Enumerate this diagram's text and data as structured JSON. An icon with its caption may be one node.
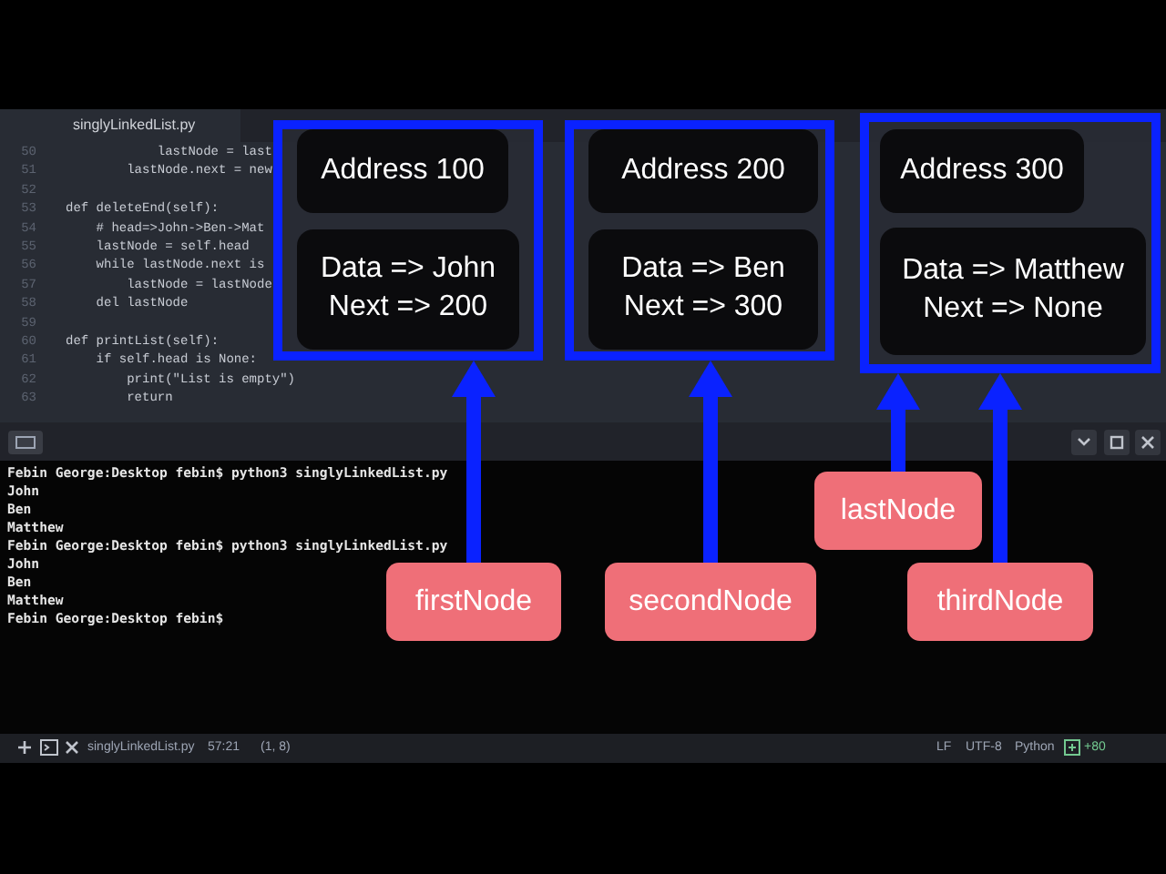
{
  "diagram": {
    "nodes": [
      {
        "text": [],
        "shape": "box"
      },
      {
        "text": [
          "Address 100"
        ],
        "in": 0
      },
      {
        "text": [
          "Data => John",
          "Next => 200"
        ],
        "in": 0
      },
      {
        "text": [],
        "shape": "box"
      },
      {
        "text": [
          "Address 200"
        ],
        "in": 3
      },
      {
        "text": [
          "Data => Ben",
          "Next => 300"
        ],
        "in": 3
      },
      {
        "text": [],
        "shape": "box"
      },
      {
        "text": [
          "Address 300"
        ],
        "in": 6
      },
      {
        "text": [
          "Data => Matthew",
          "Next => None"
        ],
        "in": 6
      },
      {
        "text": [
          "firstNode"
        ]
      },
      {
        "text": [
          "secondNode"
        ]
      },
      {
        "text": [
          "lastNode"
        ]
      },
      {
        "text": [
          "thirdNode"
        ]
      }
    ],
    "edges": [
      {
        "from": 9,
        "to": 0,
        "arrow": "to"
      },
      {
        "from": 10,
        "to": 3,
        "arrow": "to"
      },
      {
        "from": 11,
        "to": 6,
        "arrow": "to"
      },
      {
        "from": 12,
        "to": 6,
        "arrow": "to"
      }
    ],
    "labels": [
      "singlyLinkedList.py",
      "50",
      "lastNode = last",
      "51",
      "lastNode.next = new",
      "52",
      "53",
      "def deleteEnd(self):",
      "54",
      "# head=>John->Ben->Mat",
      "55",
      "lastNode = self.head",
      "56",
      "while lastNode.next is",
      "57",
      "lastNode = lastNode",
      "58",
      "del lastNode",
      "59",
      "60",
      "def printList(self):",
      "61",
      "if self.head is None:",
      "62",
      "print(\"List is empty\")",
      "63",
      "return",
      "Febin George:Desktop febin$ python3 singlyLinkedList.py",
      "John",
      "Ben",
      "Matthew",
      "Febin George:Desktop febin$ python3 singlyLinkedList.py",
      "John",
      "Ben",
      "Matthew",
      "Febin George:Desktop febin$",
      "singlyLinkedList.py",
      "57:21",
      "(1, 8)",
      "LF",
      "UTF-8",
      "Python",
      "+80"
    ]
  }
}
